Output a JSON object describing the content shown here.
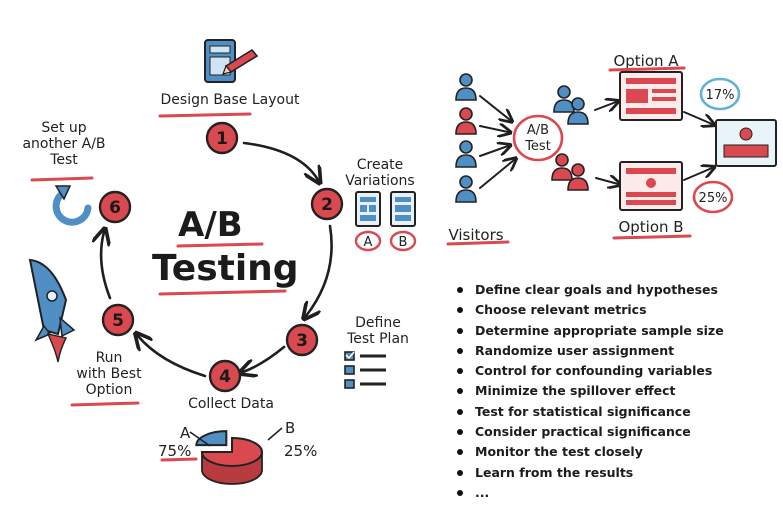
{
  "cycle": {
    "title_line1": "A/B",
    "title_line2": "Testing",
    "steps": [
      {
        "num": "1",
        "label": "Design Base Layout"
      },
      {
        "num": "2",
        "label_line1": "Create",
        "label_line2": "Variations"
      },
      {
        "num": "3",
        "label_line1": "Define",
        "label_line2": "Test Plan"
      },
      {
        "num": "4",
        "label": "Collect Data"
      },
      {
        "num": "5",
        "label_line1": "Run",
        "label_line2": "with Best",
        "label_line3": "Option"
      },
      {
        "num": "6",
        "label_line1": "Set up",
        "label_line2": "another A/B",
        "label_line3": "Test"
      }
    ],
    "variation_a": "A",
    "variation_b": "B",
    "pie": {
      "label_a": "A",
      "label_b": "B",
      "pct_a": "75%",
      "pct_b": "25%",
      "value_a": 75,
      "value_b": 25
    }
  },
  "flow": {
    "visitors_label": "Visitors",
    "split_label_line1": "A/B",
    "split_label_line2": "Test",
    "option_a": "Option A",
    "option_b": "Option B",
    "rate_a": "17%",
    "rate_b": "25%"
  },
  "checklist": [
    "Define clear goals and hypotheses",
    "Choose relevant metrics",
    "Determine appropriate sample size",
    "Randomize user assignment",
    "Control for confounding variables",
    "Minimize the spillover effect",
    "Test for statistical significance",
    "Consider practical significance",
    "Monitor the test closely",
    "Learn from the results",
    "..."
  ],
  "colors": {
    "accent_red": "#d9494f",
    "person_blue": "#4f8fc6",
    "ink": "#1f1f1f",
    "highlight_blue": "#5fb2d8"
  }
}
